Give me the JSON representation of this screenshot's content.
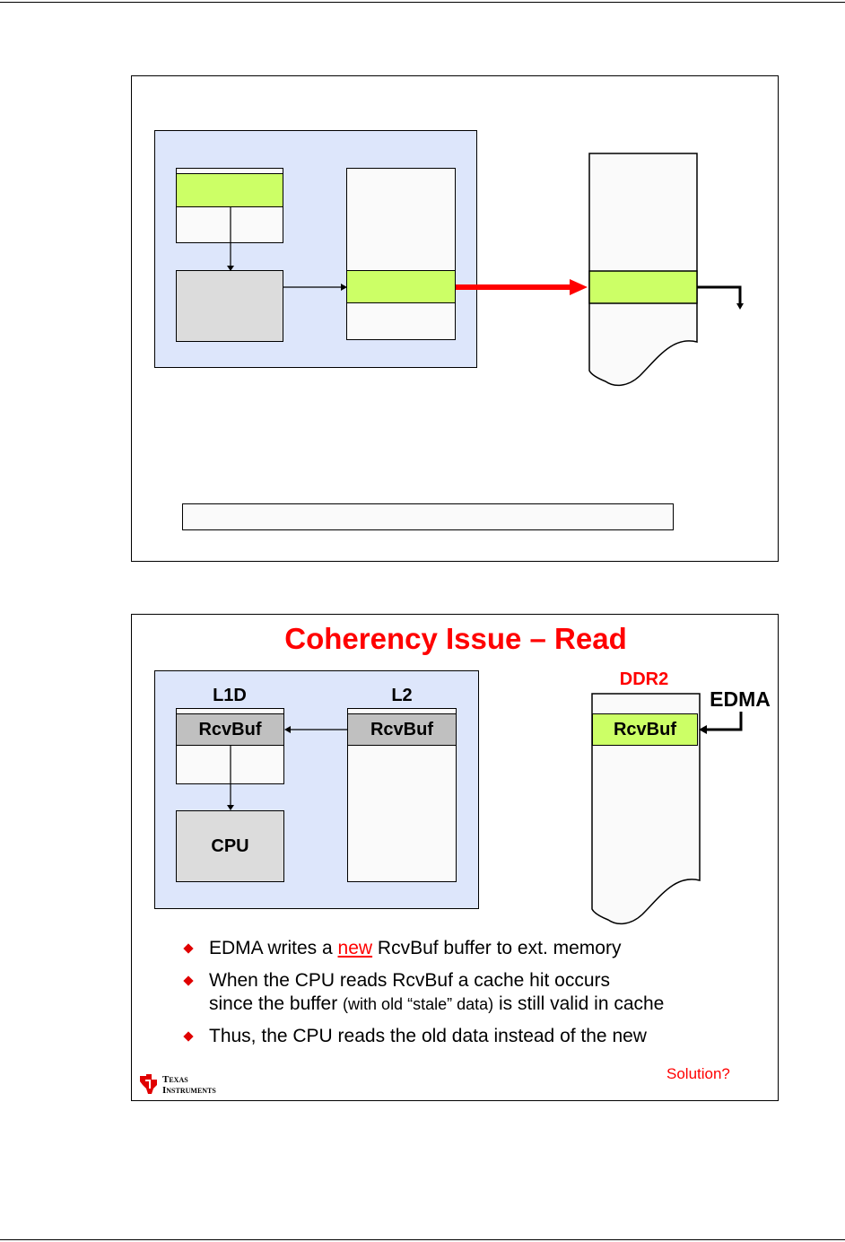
{
  "slide2": {
    "title": "Coherency Issue – Read",
    "l1d_label": "L1D",
    "l2_label": "L2",
    "ddr2_label": "DDR2",
    "edma_label": "EDMA",
    "l1d_buffer": "RcvBuf",
    "l2_buffer": "RcvBuf",
    "ddr2_buffer": "RcvBuf",
    "cpu_label": "CPU",
    "bullets": {
      "b1_before": "EDMA writes a ",
      "b1_new": "new",
      "b1_after": " RcvBuf buffer to ext. memory",
      "b2_line1": "When the CPU reads RcvBuf a cache hit occurs",
      "b2_line2_start": "since the buffer ",
      "b2_line2_small": "(with old “stale” data)",
      "b2_line2_end": " is still valid in cache",
      "b3": "Thus, the CPU reads the old data instead of the new"
    },
    "solution_link": "Solution?",
    "logo_line1": "Texas",
    "logo_line2": "Instruments"
  },
  "colors": {
    "panel": "#dde6fb",
    "buffer_green": "#ccff66",
    "buffer_grey": "#c0c0c0",
    "title_red": "#ff0000",
    "arrow_red": "#ff0000"
  }
}
